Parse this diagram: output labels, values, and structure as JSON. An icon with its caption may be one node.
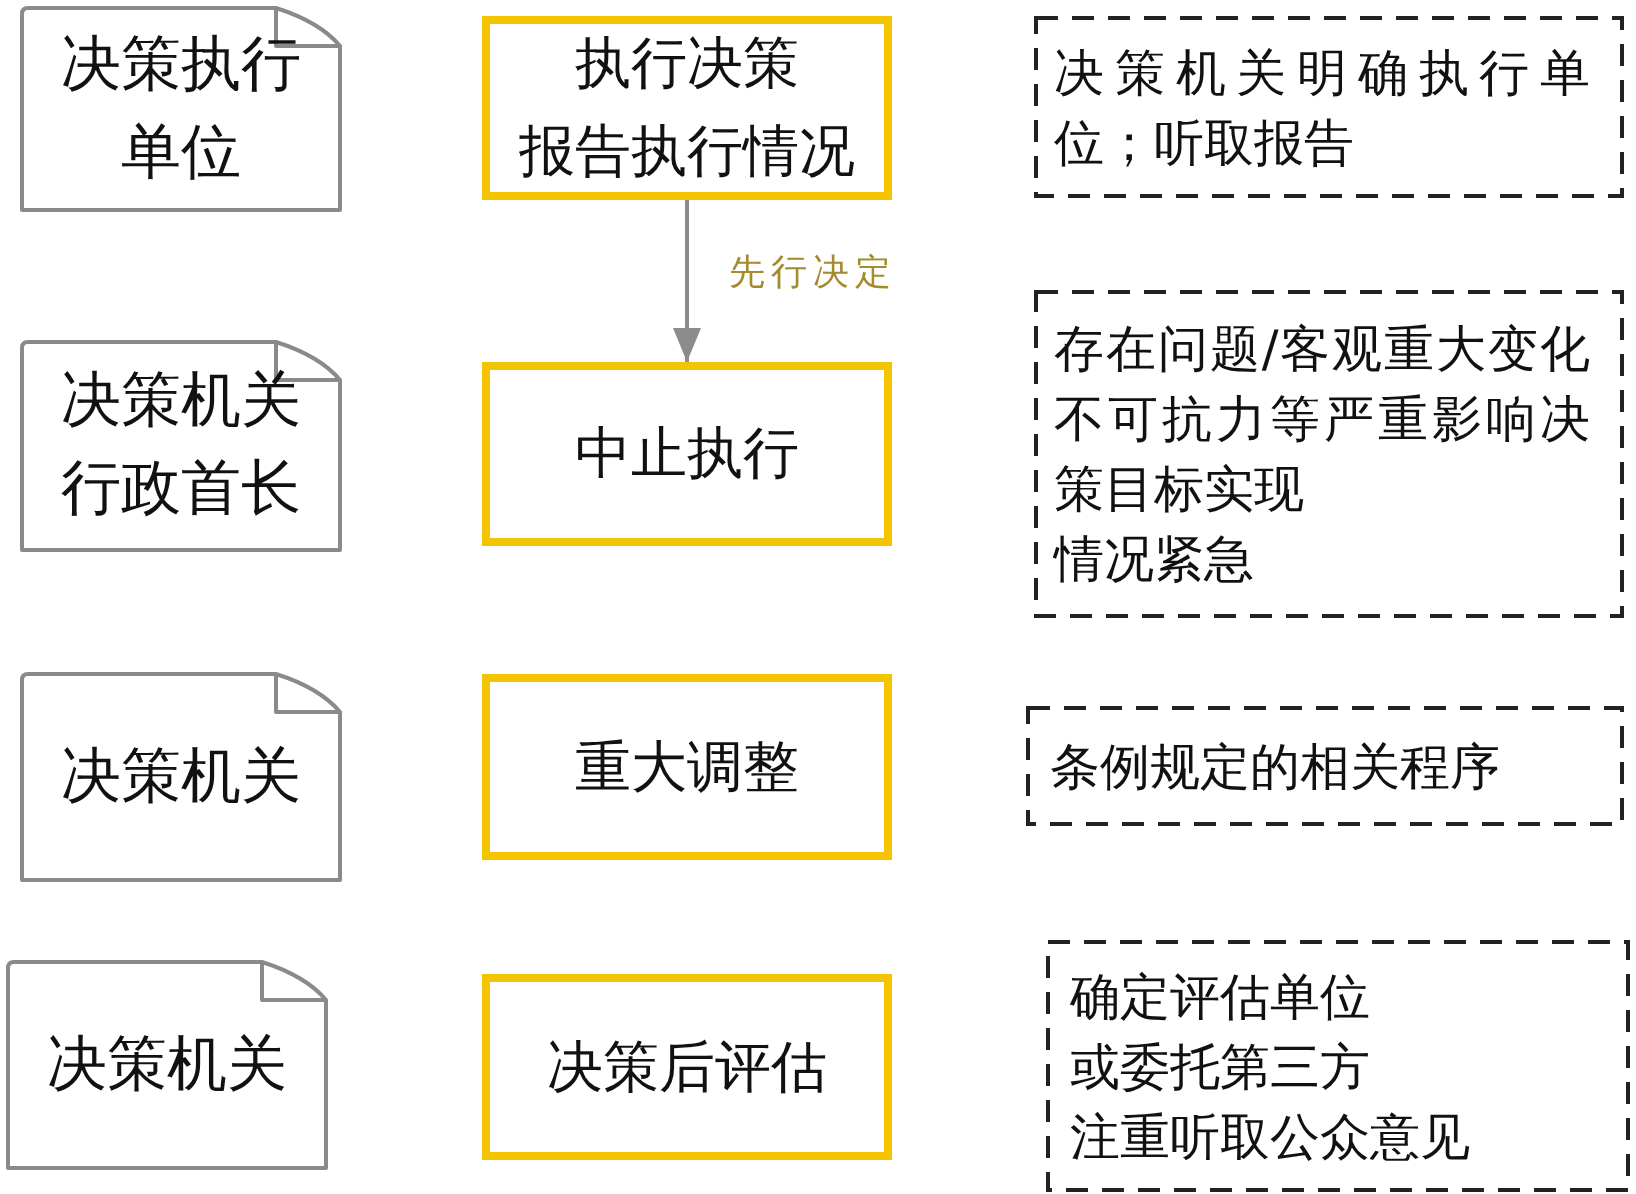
{
  "diagram": {
    "nodes": [
      {
        "text": [
          "决策执行单位"
        ]
      },
      {
        "text": [
          "执行决策",
          "报告执行情况"
        ]
      },
      {
        "text": [
          "决策机关明确执行单位；听取报告"
        ]
      },
      {
        "text": [
          "决策机关行政首长"
        ]
      },
      {
        "text": [
          "中止执行"
        ]
      },
      {
        "text": [
          "存在问题/客观重大变化不可抗力等严重影响决策目标实现",
          "情况紧急"
        ]
      },
      {
        "text": [
          "决策机关"
        ]
      },
      {
        "text": [
          "重大调整"
        ]
      },
      {
        "text": [
          "条例规定的相关程序"
        ]
      },
      {
        "text": [
          "决策机关"
        ]
      },
      {
        "text": [
          "决策后评估"
        ]
      },
      {
        "text": [
          "确定评估单位",
          "或委托第三方",
          "注重听取公众意见"
        ]
      }
    ],
    "edges": [
      {
        "from": 1,
        "to": 4,
        "arrow": "to",
        "label": "先行决定"
      }
    ]
  }
}
